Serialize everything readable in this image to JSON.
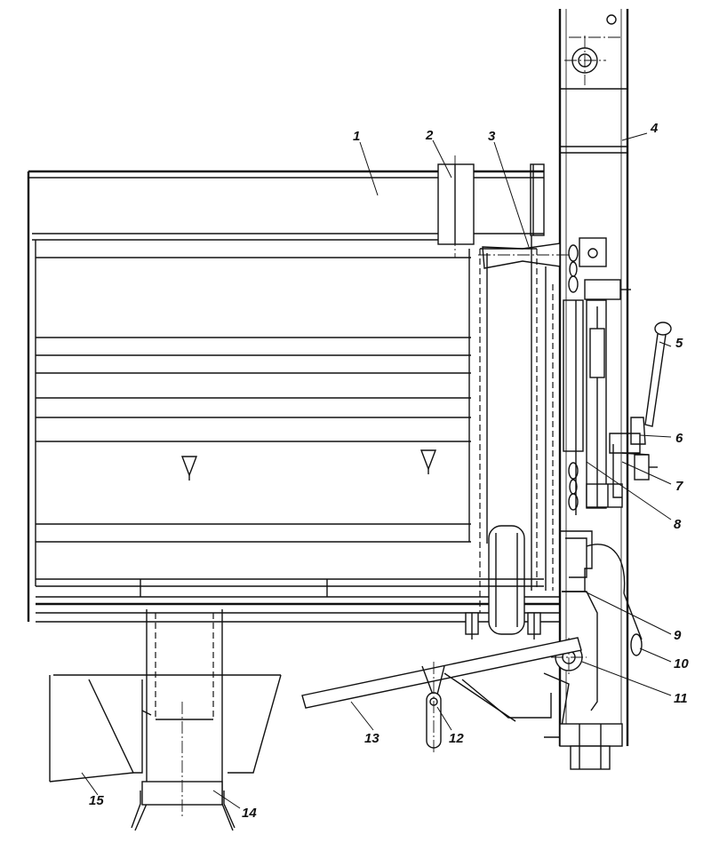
{
  "labels": {
    "l1": "1",
    "l2": "2",
    "l3": "3",
    "l4": "4",
    "l5": "5",
    "l6": "6",
    "l7": "7",
    "l8": "8",
    "l9": "9",
    "l10": "10",
    "l11": "11",
    "l12": "12",
    "l13": "13",
    "l14": "14",
    "l15": "15"
  }
}
